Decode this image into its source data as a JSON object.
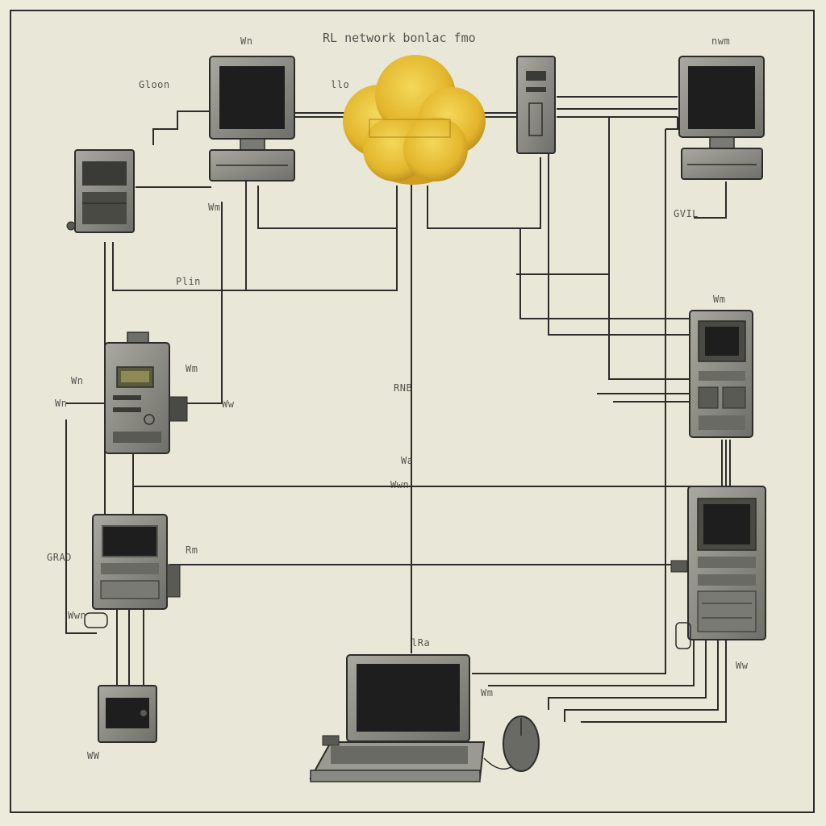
{
  "title": "RL network bonlac fmo",
  "colors": {
    "paper": "#e9e8d8",
    "wire": "#2c2c2a",
    "device_body": "#8e8e86",
    "screen": "#1e1e1e",
    "cloud": "#e2b62c"
  },
  "labels": {
    "top_monitor": "Wn",
    "left_top": "Gloon",
    "top_mid": "llo",
    "top_right": "nwm",
    "monitor_left_port": "Wm",
    "monitor_right_port": "GVIL",
    "mid_left": "Plin",
    "meter_left1": "Wn",
    "meter_left2": "Wn",
    "meter_right1": "Wm",
    "meter_right2": "Ww",
    "center1": "RNB",
    "center2": "Wa",
    "center3": "Wwn",
    "right_tower": "Wm",
    "mid_box_left": "GRAD",
    "mid_box_right": "Rm",
    "mid_box_bottom": "Wwn",
    "laptop_top": "lRa",
    "laptop_left": "Wm",
    "bottom_left": "WW",
    "bottom_right": "Ww"
  },
  "icons": [
    "cloud-icon",
    "crt-monitor-icon",
    "server-tower-icon",
    "meter-panel-icon",
    "laptop-icon",
    "mouse-icon"
  ]
}
